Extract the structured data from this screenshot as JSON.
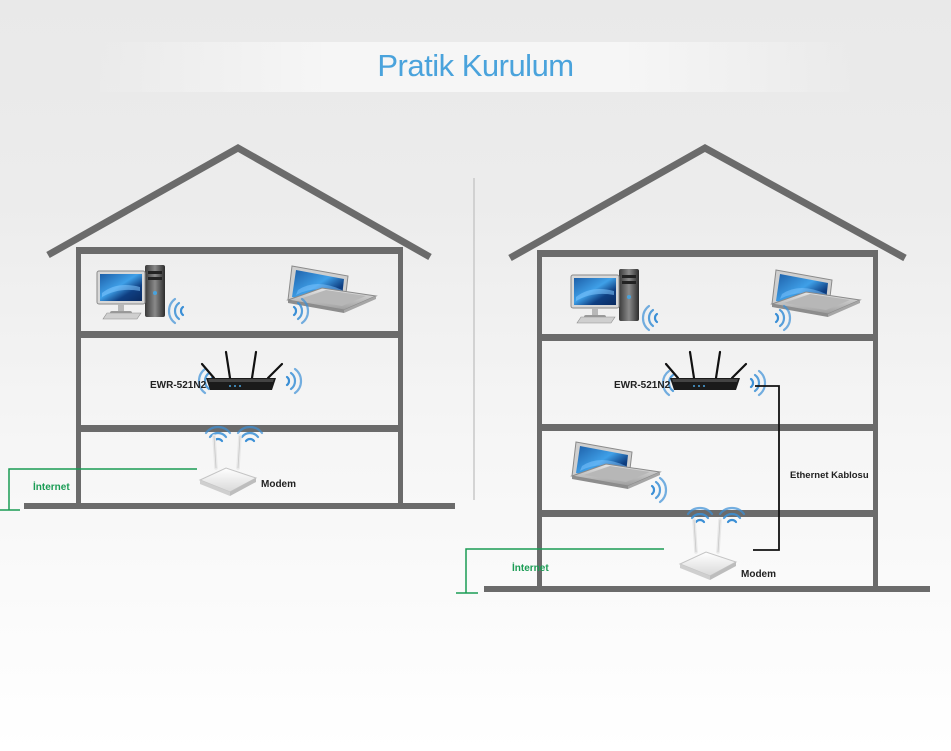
{
  "title": "Pratik Kurulum",
  "colors": {
    "title": "#4aa3dc",
    "house_stroke": "#6b6b6b",
    "internet_line": "#1a9c54",
    "wifi": "#3a8fd6",
    "ethernet_line": "#111111"
  },
  "setup_left": {
    "router_label": "EWR-521N2",
    "modem_label": "Modem",
    "internet_label": "İnternet",
    "devices": [
      "desktop-computer",
      "laptop",
      "router",
      "modem"
    ]
  },
  "setup_right": {
    "router_label": "EWR-521N2",
    "modem_label": "Modem",
    "internet_label": "İnternet",
    "ethernet_label": "Ethernet Kablosu",
    "devices": [
      "desktop-computer",
      "laptop",
      "router",
      "laptop",
      "modem"
    ]
  }
}
